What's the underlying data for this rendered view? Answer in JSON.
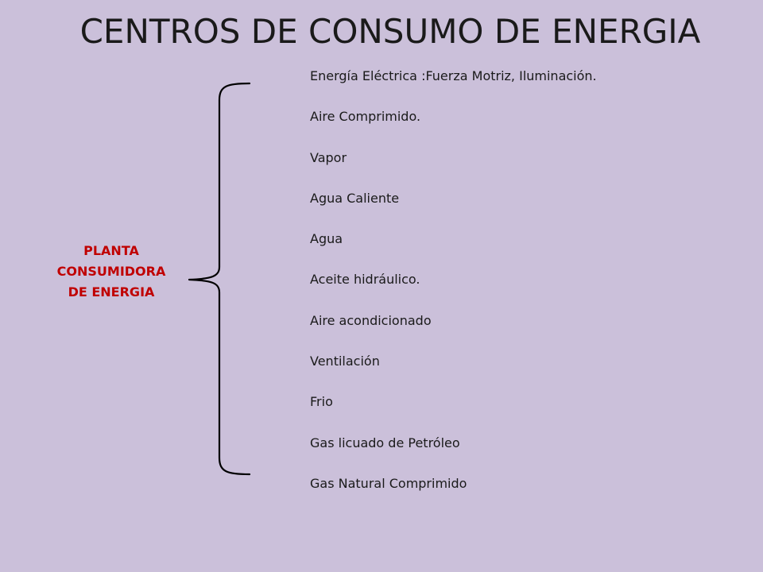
{
  "slide": {
    "title": "CENTROS DE CONSUMO DE ENERGIA",
    "plant_label": [
      "PLANTA",
      "CONSUMIDORA",
      "DE ENERGIA"
    ],
    "consumption_items": [
      "Energía Eléctrica :Fuerza Motriz, Iluminación.",
      "Aire Comprimido.",
      "Vapor",
      "Agua Caliente",
      "Agua",
      "Aceite hidráulico.",
      "Aire acondicionado",
      "Ventilación",
      "Frio",
      "Gas licuado de Petróleo",
      "Gas Natural Comprimido"
    ]
  },
  "colors": {
    "background": "#cbc0da",
    "label_red": "#c00000",
    "text": "#1a1a1a",
    "brace": "#000000"
  },
  "icons": {
    "brace": "curly-brace-icon"
  }
}
